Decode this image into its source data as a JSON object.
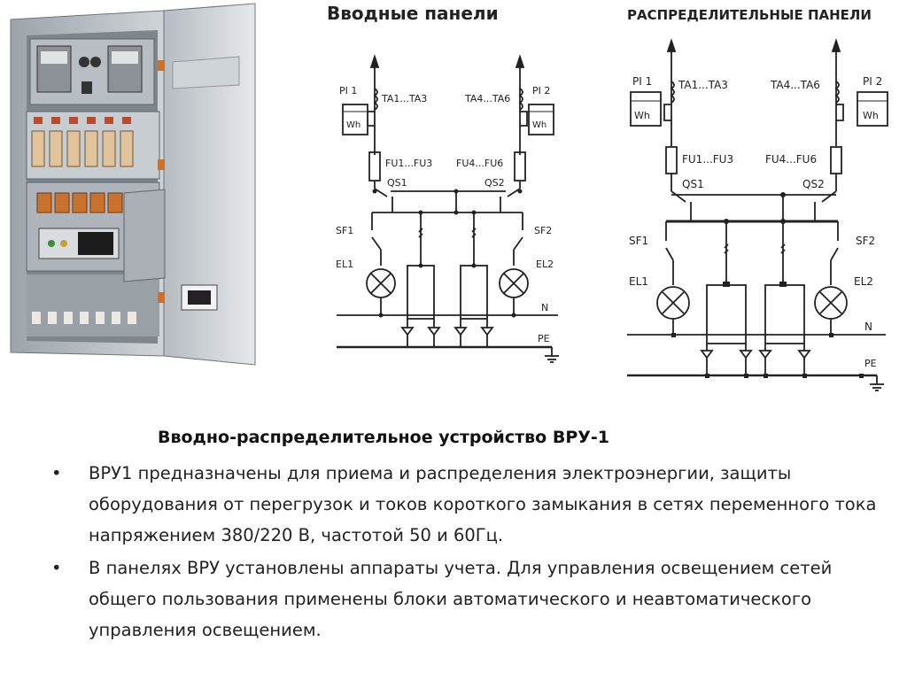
{
  "schematic_left": {
    "title": "Вводные панели",
    "meter_left": "PI 1",
    "meter_right": "PI 2",
    "wh": "Wh",
    "ct_left": "TA1...TA3",
    "ct_right": "TA4...TA6",
    "fuse_left": "FU1...FU3",
    "fuse_right": "FU4...FU6",
    "switch_left": "QS1",
    "switch_right": "QS2",
    "breaker_left": "SF1",
    "breaker_right": "SF2",
    "lamp_left": "EL1",
    "lamp_right": "EL2",
    "bus_n": "N",
    "bus_pe": "PE"
  },
  "schematic_right": {
    "title": "РАСПРЕДЕЛИТЕЛЬНЫЕ ПАНЕЛИ",
    "meter_left": "PI 1",
    "meter_right": "PI 2",
    "wh": "Wh",
    "ct_left": "TA1...TA3",
    "ct_right": "TA4...TA6",
    "fuse_left": "FU1...FU3",
    "fuse_right": "FU4...FU6",
    "switch_left": "QS1",
    "switch_right": "QS2",
    "breaker_left": "SF1",
    "breaker_right": "SF2",
    "lamp_left": "EL1",
    "lamp_right": "EL2",
    "bus_n": "N",
    "bus_pe": "PE"
  },
  "heading": "Вводно-распределительное устройство ВРУ-1",
  "bullet_symbol": "•",
  "bullets": [
    "ВРУ1 предназначены для приема и распределения электроэнергии, защиты оборудования от перегрузок и токов короткого замыкания в сетях переменного тока напряжением 380/220 В, частотой 50 и 60Гц.",
    "В панелях ВРУ установлены аппараты учета. Для управления освещением сетей общего пользования применены блоки автоматического и неавтоматического управления освещением."
  ],
  "colors": {
    "cabinet": "#c9ced3",
    "cabinet_dark": "#8f969c",
    "terminal_orange": "#c9712f",
    "ink": "#222222"
  }
}
